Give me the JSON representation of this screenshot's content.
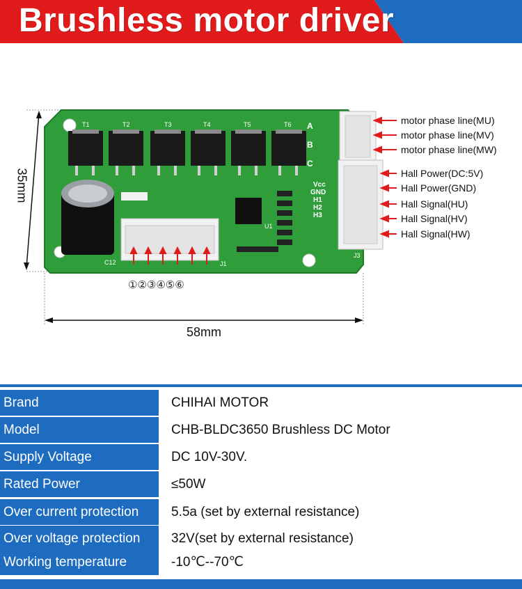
{
  "banner": {
    "title": "Brushless motor driver",
    "colors": {
      "red": "#e11b1b",
      "blue": "#1d6cc0"
    }
  },
  "figure": {
    "dimensions": {
      "height": "35mm",
      "width": "58mm"
    },
    "pin_numbers": "①②③④⑤⑥",
    "board_markings": {
      "transistors": [
        "T1",
        "T2",
        "T3",
        "T4",
        "T5",
        "T6"
      ],
      "phase_pins": [
        "A",
        "B",
        "C"
      ],
      "hall_pins": [
        "Vcc",
        "GND",
        "H1",
        "H2",
        "H3"
      ],
      "connector_1": "J1",
      "connector_3": "J3",
      "capacitor": "C12",
      "chip": "U1"
    },
    "callouts": [
      "motor phase line(MU)",
      "motor phase line(MV)",
      "motor phase line(MW)",
      "Hall Power(DC:5V)",
      "Hall Power(GND)",
      "Hall Signal(HU)",
      "Hall Signal(HV)",
      "Hall Signal(HW)"
    ],
    "colors": {
      "pcb": "#2f9e3a",
      "arrow": "#e01b1b"
    }
  },
  "specs": [
    {
      "label": "Brand",
      "value": "CHIHAI MOTOR"
    },
    {
      "label": "Model",
      "value": "CHB-BLDC3650 Brushless DC Motor"
    },
    {
      "label": "Supply Voltage",
      "value": "DC 10V-30V."
    },
    {
      "label": "Rated Power",
      "value": "≤50W"
    },
    {
      "label": "Over current protection",
      "value": "5.5a (set by external resistance)"
    },
    {
      "label": "Over voltage protection",
      "value": "32V(set by external resistance)"
    },
    {
      "label": "Working temperature",
      "value": "-10℃--70℃"
    }
  ]
}
